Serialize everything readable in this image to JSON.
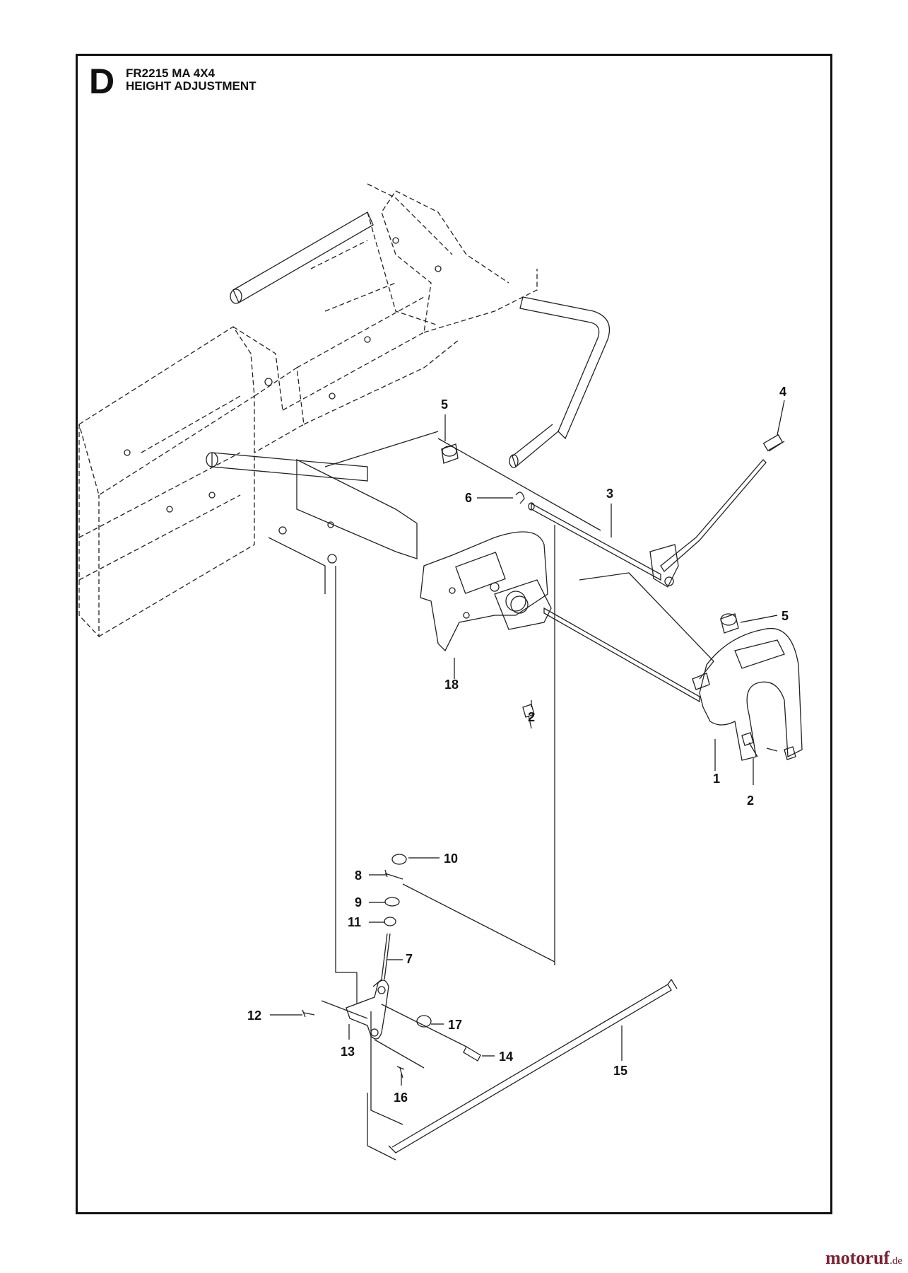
{
  "header": {
    "section_letter": "D",
    "model": "FR2215 MA 4X4",
    "title": "HEIGHT ADJUSTMENT"
  },
  "callouts": [
    "1",
    "2",
    "2",
    "2",
    "3",
    "4",
    "5",
    "5",
    "6",
    "7",
    "8",
    "9",
    "10",
    "11",
    "12",
    "13",
    "14",
    "15",
    "16",
    "17",
    "18"
  ],
  "watermark": {
    "brand": "motoruf",
    "tld": ".de",
    "color": "#7a2030"
  }
}
